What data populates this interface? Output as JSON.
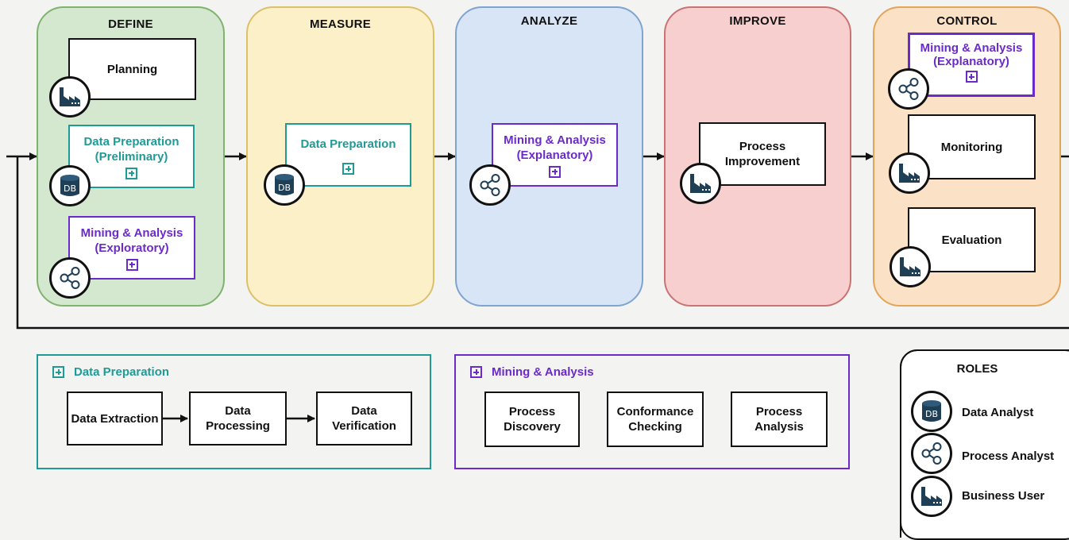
{
  "phases": {
    "define": "DEFINE",
    "measure": "MEASURE",
    "analyze": "ANALYZE",
    "improve": "IMPROVE",
    "control": "CONTROL"
  },
  "define": {
    "planning": "Planning",
    "prep_line1": "Data Preparation",
    "prep_line2": "(Preliminary)",
    "mining_line1": "Mining & Analysis",
    "mining_line2": "(Exploratory)"
  },
  "measure": {
    "prep": "Data Preparation"
  },
  "analyze": {
    "mining_line1": "Mining & Analysis",
    "mining_line2": "(Explanatory)"
  },
  "improve": {
    "line1": "Process",
    "line2": "Improvement"
  },
  "control": {
    "mining_line1": "Mining & Analysis",
    "mining_line2": "(Explanatory)",
    "monitoring": "Monitoring",
    "evaluation": "Evaluation"
  },
  "legend_prep": {
    "title": "Data Preparation",
    "steps": [
      {
        "line1": "Data Extraction",
        "line2": ""
      },
      {
        "line1": "Data",
        "line2": "Processing"
      },
      {
        "line1": "Data",
        "line2": "Verification"
      }
    ]
  },
  "legend_mining": {
    "title": "Mining & Analysis",
    "steps": [
      {
        "line1": "Process",
        "line2": "Discovery"
      },
      {
        "line1": "Conformance",
        "line2": "Checking"
      },
      {
        "line1": "Process",
        "line2": "Analysis"
      }
    ]
  },
  "roles": {
    "title": "ROLES",
    "items": [
      {
        "label": "Data Analyst",
        "icon": "database-icon",
        "icon_text": "DB"
      },
      {
        "label": "Process Analyst",
        "icon": "share-icon"
      },
      {
        "label": "Business User",
        "icon": "factory-icon"
      }
    ]
  },
  "colors": {
    "define": "#d4e7cf",
    "measure": "#fcf0c8",
    "analyze": "#d7e5f6",
    "improve": "#f8cfcf",
    "control": "#fbe1c5",
    "teal": "#1f9a95",
    "purple": "#6b2bc9",
    "icon": "#1f3f57"
  }
}
